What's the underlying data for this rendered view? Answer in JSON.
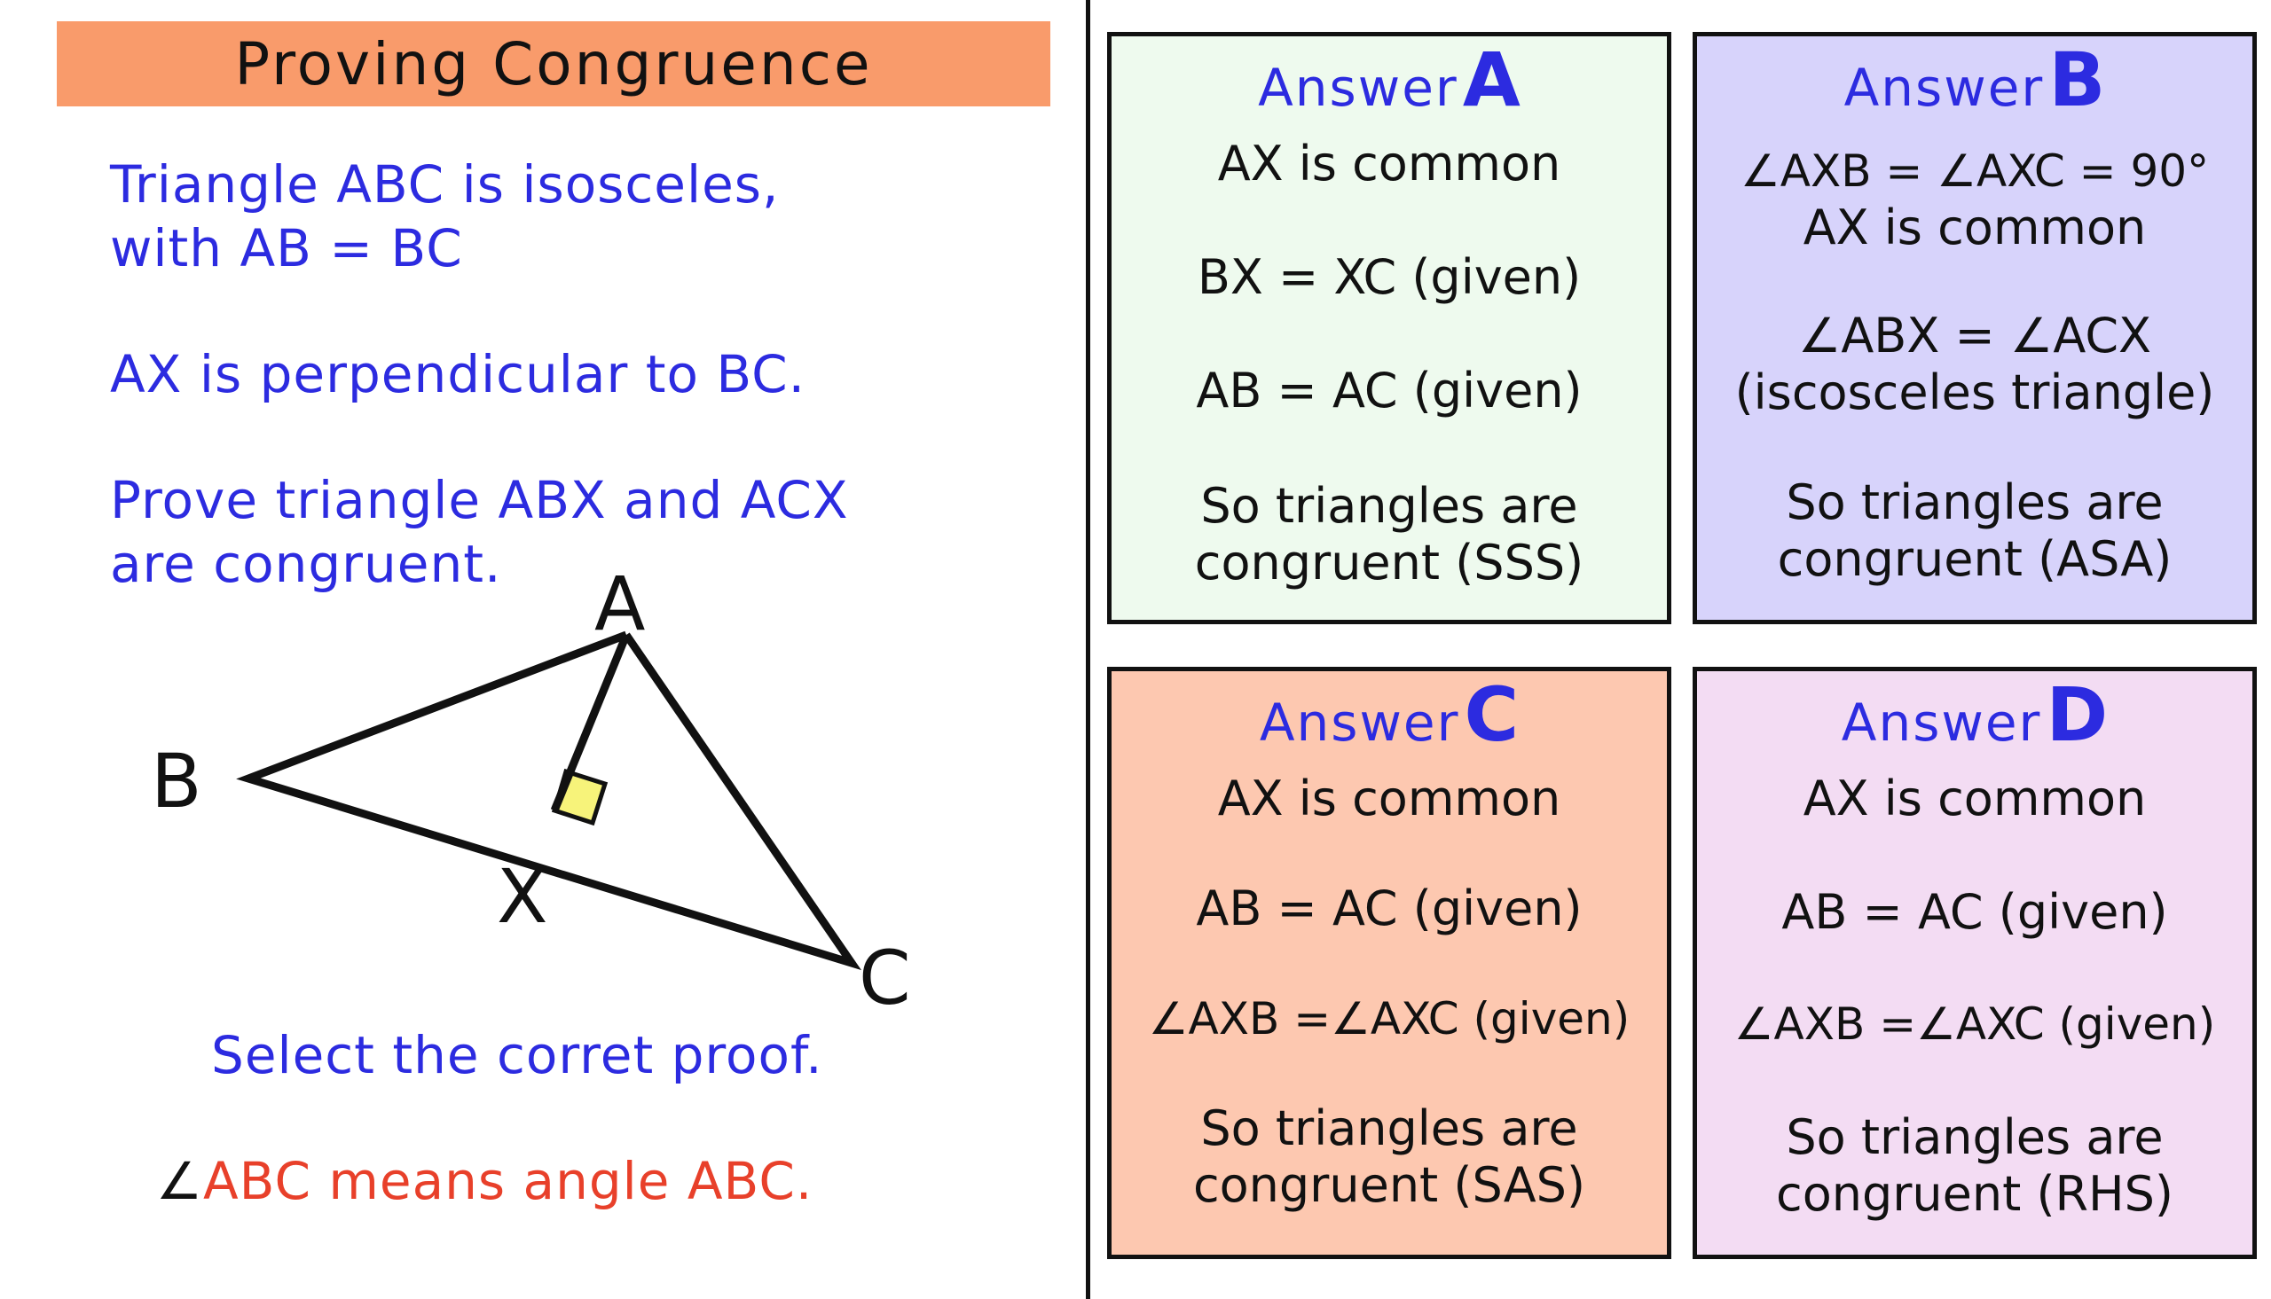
{
  "title": "Proving Congruence",
  "question": {
    "line1": "Triangle ABC is isosceles,",
    "line2": "with AB = BC",
    "line3": "AX is perpendicular to BC.",
    "line4": "Prove triangle ABX and ACX",
    "line5": "are congruent."
  },
  "diagram": {
    "label_a": "A",
    "label_b": "B",
    "label_c": "C",
    "label_x": "X",
    "right_angle_color": "#f7f37a"
  },
  "prompt": "Select the corret proof.",
  "note": {
    "symbol": "∠",
    "text": "ABC means angle ABC."
  },
  "answers": [
    {
      "word": "Answer",
      "letter": "A",
      "bg": "#eefaee",
      "lines": [
        "AX is common",
        "BX = XC   (given)",
        "AB = AC (given)",
        "So triangles are",
        "congruent (SSS)"
      ]
    },
    {
      "word": "Answer",
      "letter": "B",
      "bg": "#d7d3fb",
      "lines": [
        "∠AXB =  ∠AXC = 90°",
        "AX is common",
        "∠ABX = ∠ACX",
        "(iscosceles triangle)",
        "So triangles are",
        "congruent (ASA)"
      ]
    },
    {
      "word": "Answer",
      "letter": "C",
      "bg": "#fdc8b0",
      "lines": [
        "AX is common",
        "AB = AC (given)",
        "∠AXB =∠AXC (given)",
        "So triangles are",
        "congruent (SAS)"
      ]
    },
    {
      "word": "Answer",
      "letter": "D",
      "bg": "#f3dcf3",
      "lines": [
        "AX is common",
        "AB = AC   (given)",
        "∠AXB =∠AXC (given)",
        "So triangles are",
        "congruent (RHS)"
      ]
    }
  ]
}
